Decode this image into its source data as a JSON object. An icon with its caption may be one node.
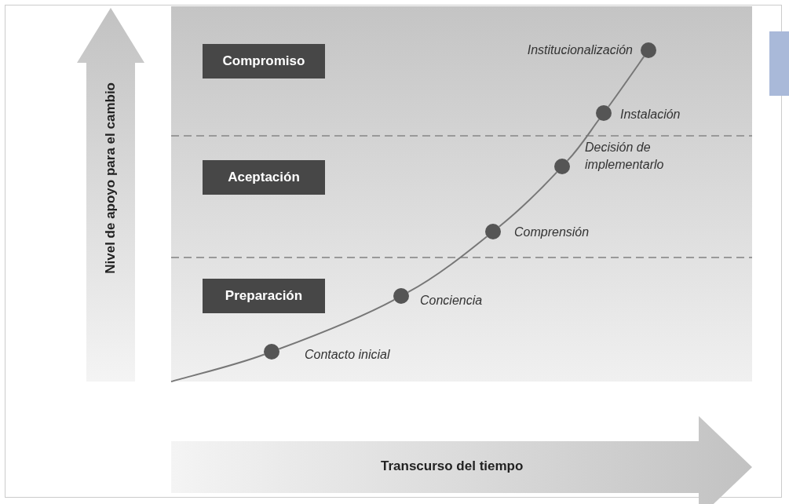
{
  "diagram": {
    "nodes": [
      {
        "text": [
          "Nivel de apoyo para el cambio"
        ]
      },
      {
        "text": [
          "Compromiso"
        ]
      },
      {
        "text": [
          "Aceptación"
        ]
      },
      {
        "text": [
          "Preparación"
        ]
      },
      {
        "text": [],
        "shape": "circle",
        "beside": [
          "Contacto inicial"
        ]
      },
      {
        "text": [],
        "shape": "circle",
        "beside": [
          "Conciencia"
        ]
      },
      {
        "text": [],
        "shape": "circle",
        "beside": [
          "Comprensión"
        ]
      },
      {
        "text": [],
        "shape": "circle",
        "beside": [
          "Decisión de implementarlo"
        ]
      },
      {
        "text": [],
        "shape": "circle",
        "beside": [
          "Instalación"
        ]
      },
      {
        "text": [],
        "shape": "circle",
        "beside": [
          "Institucionalización"
        ]
      },
      {
        "text": [
          "Transcurso del tiempo"
        ]
      },
      {
        "text": [],
        "shape": "box"
      }
    ],
    "edges": [
      {
        "from": null,
        "to": 4,
        "arrow": "none"
      },
      {
        "from": 4,
        "to": 5,
        "arrow": "none"
      },
      {
        "from": 5,
        "to": 6,
        "arrow": "none"
      },
      {
        "from": 6,
        "to": 7,
        "arrow": "none"
      },
      {
        "from": 7,
        "to": 8,
        "arrow": "none"
      },
      {
        "from": 8,
        "to": 9,
        "arrow": "none"
      }
    ]
  }
}
